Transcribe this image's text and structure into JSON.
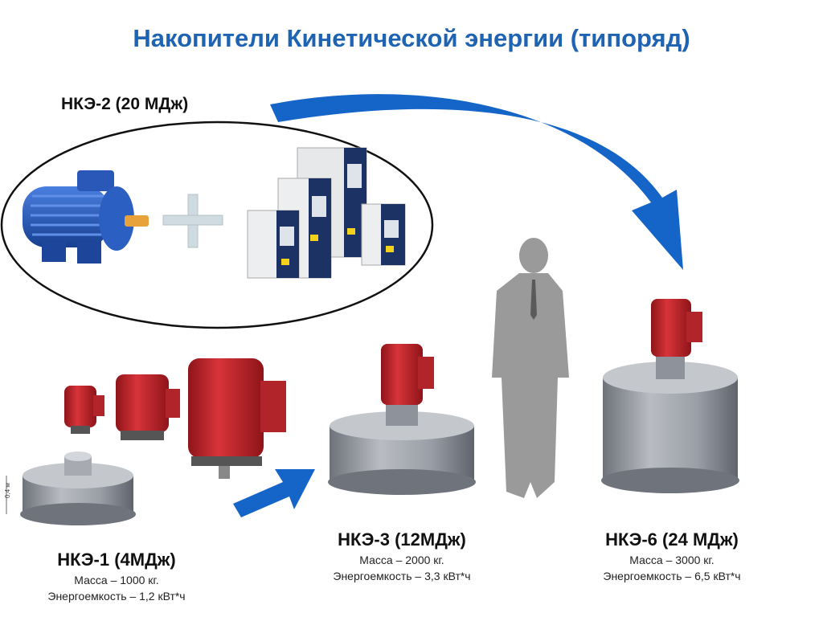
{
  "title": "Накопители Кинетической энергии (типоряд)",
  "group_label": "НКЭ-2 (20 МДж)",
  "scale_mark": "0,4 м",
  "models": [
    {
      "name": "НКЭ-1 (4МДж)",
      "mass": "Масса – 1000 кг.",
      "energy": "Энергоемкость – 1,2 кВт*ч"
    },
    {
      "name": "НКЭ-3 (12МДж)",
      "mass": "Масса – 2000 кг.",
      "energy": "Энергоемкость – 3,3 кВт*ч"
    },
    {
      "name": "НКЭ-6 (24 МДж)",
      "mass": "Масса – 3000 кг.",
      "energy": "Энергоемкость – 6,5 кВт*ч"
    }
  ],
  "colors": {
    "title": "#1f63b3",
    "arrow": "#1565c8",
    "motor_red": "#c8232a",
    "drum_gray": "#8f939b",
    "motor_blue": "#1f4ea8",
    "person": "#9a9a9a"
  },
  "icons": [
    "electric-motor-icon",
    "plus-icon",
    "frequency-converter-icon",
    "flywheel-icon",
    "person-silhouette-icon",
    "arrow-icon"
  ]
}
